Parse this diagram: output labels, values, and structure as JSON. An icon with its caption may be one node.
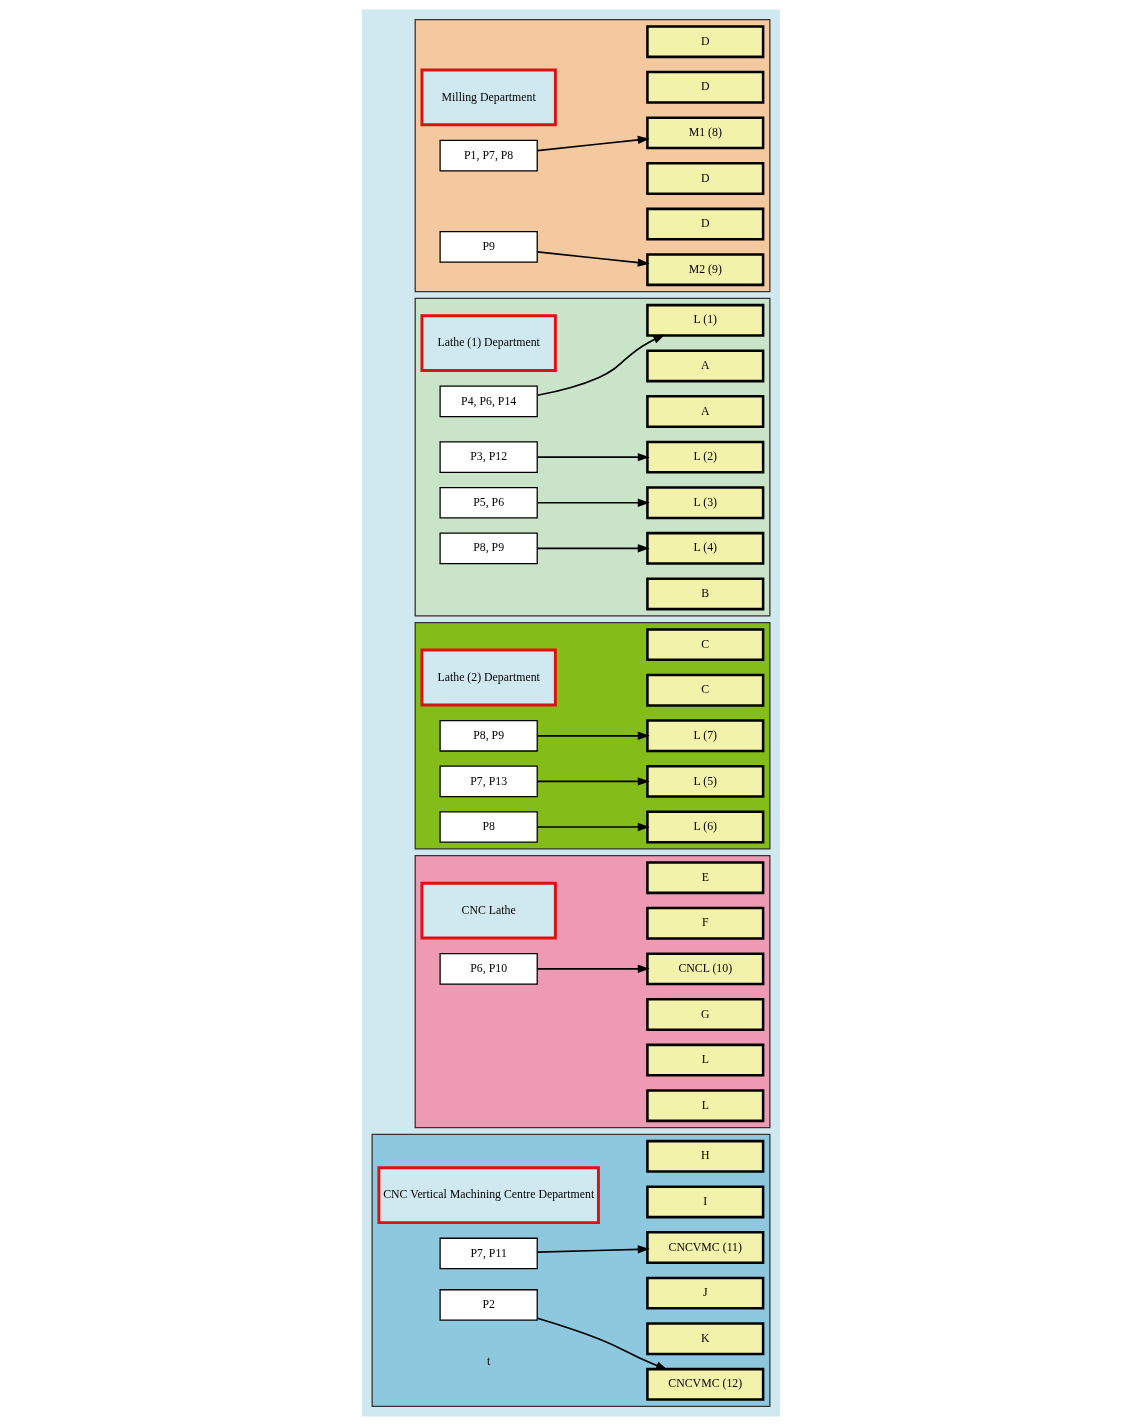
{
  "diagram": {
    "nodes": [
      {
        "text": [],
        "shape": "box"
      },
      {
        "text": [
          "Milling Department"
        ],
        "in": 0
      },
      {
        "text": [
          "D"
        ],
        "in": 0
      },
      {
        "text": [
          "D"
        ],
        "in": 0
      },
      {
        "text": [
          "M1 (8)"
        ],
        "in": 0
      },
      {
        "text": [
          "D"
        ],
        "in": 0
      },
      {
        "text": [
          "D"
        ],
        "in": 0
      },
      {
        "text": [
          "M2 (9)"
        ],
        "in": 0
      },
      {
        "text": [
          "P1, P7, P8"
        ],
        "in": 0
      },
      {
        "text": [
          "P9"
        ],
        "in": 0
      },
      {
        "text": [],
        "shape": "box"
      },
      {
        "text": [
          "Lathe (1) Department"
        ],
        "in": 10
      },
      {
        "text": [
          "L (1)"
        ],
        "in": 10
      },
      {
        "text": [
          "A"
        ],
        "in": 10
      },
      {
        "text": [
          "A"
        ],
        "in": 10
      },
      {
        "text": [
          "L (2)"
        ],
        "in": 10
      },
      {
        "text": [
          "L (3)"
        ],
        "in": 10
      },
      {
        "text": [
          "L (4)"
        ],
        "in": 10
      },
      {
        "text": [
          "B"
        ],
        "in": 10
      },
      {
        "text": [
          "P4, P6, P14"
        ],
        "in": 10
      },
      {
        "text": [
          "P3, P12"
        ],
        "in": 10
      },
      {
        "text": [
          "P5, P6"
        ],
        "in": 10
      },
      {
        "text": [
          "P8, P9"
        ],
        "in": 10
      },
      {
        "text": [],
        "shape": "box"
      },
      {
        "text": [
          "Lathe (2) Department"
        ],
        "in": 23
      },
      {
        "text": [
          "C"
        ],
        "in": 23
      },
      {
        "text": [
          "C"
        ],
        "in": 23
      },
      {
        "text": [
          "L (7)"
        ],
        "in": 23
      },
      {
        "text": [
          "L (5)"
        ],
        "in": 23
      },
      {
        "text": [
          "L (6)"
        ],
        "in": 23
      },
      {
        "text": [
          "P8, P9"
        ],
        "in": 23
      },
      {
        "text": [
          "P7, P13"
        ],
        "in": 23
      },
      {
        "text": [
          "P8"
        ],
        "in": 23
      },
      {
        "text": [],
        "shape": "box"
      },
      {
        "text": [
          "CNC Lathe"
        ],
        "in": 33
      },
      {
        "text": [
          "E"
        ],
        "in": 33
      },
      {
        "text": [
          "F"
        ],
        "in": 33
      },
      {
        "text": [
          "CNCL (10)"
        ],
        "in": 33
      },
      {
        "text": [
          "G"
        ],
        "in": 33
      },
      {
        "text": [
          "L"
        ],
        "in": 33
      },
      {
        "text": [
          "L"
        ],
        "in": 33
      },
      {
        "text": [
          "P6, P10"
        ],
        "in": 33
      },
      {
        "text": [],
        "shape": "box"
      },
      {
        "text": [
          "CNC Vertical Machining Centre Department"
        ],
        "in": 42
      },
      {
        "text": [
          "H"
        ],
        "in": 42
      },
      {
        "text": [
          "I"
        ],
        "in": 42
      },
      {
        "text": [
          "CNCVMC (11)"
        ],
        "in": 42
      },
      {
        "text": [
          "J"
        ],
        "in": 42
      },
      {
        "text": [
          "K"
        ],
        "in": 42
      },
      {
        "text": [
          "CNCVMC (12)"
        ],
        "in": 42
      },
      {
        "text": [
          "P7, P11"
        ],
        "in": 42
      },
      {
        "text": [
          "P2"
        ],
        "in": 42
      }
    ],
    "edges": [
      {
        "from": 8,
        "to": 4,
        "arrow": "to"
      },
      {
        "from": 9,
        "to": 7,
        "arrow": "to"
      },
      {
        "from": 19,
        "to": 12,
        "arrow": "to"
      },
      {
        "from": 20,
        "to": 15,
        "arrow": "to"
      },
      {
        "from": 21,
        "to": 16,
        "arrow": "to"
      },
      {
        "from": 22,
        "to": 17,
        "arrow": "to"
      },
      {
        "from": 30,
        "to": 27,
        "arrow": "to"
      },
      {
        "from": 31,
        "to": 28,
        "arrow": "to"
      },
      {
        "from": 32,
        "to": 29,
        "arrow": "to"
      },
      {
        "from": 41,
        "to": 37,
        "arrow": "to"
      },
      {
        "from": 50,
        "to": 46,
        "arrow": "to"
      },
      {
        "from": 51,
        "to": 49,
        "arrow": "to"
      }
    ],
    "labels": [
      "t"
    ]
  }
}
